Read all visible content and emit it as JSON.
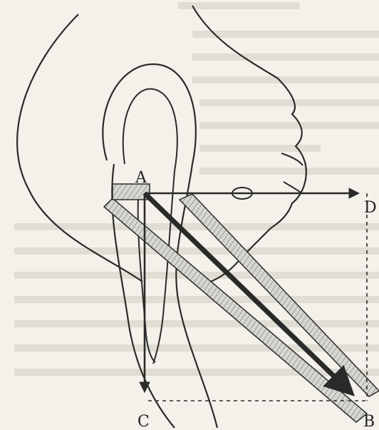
{
  "diagram": {
    "points": {
      "a": "A",
      "b": "B",
      "c": "C",
      "d": "D"
    },
    "colors": {
      "ink": "#2a2a2a",
      "paper": "#f3f1ea",
      "hatch": "#bdbdb8"
    }
  }
}
